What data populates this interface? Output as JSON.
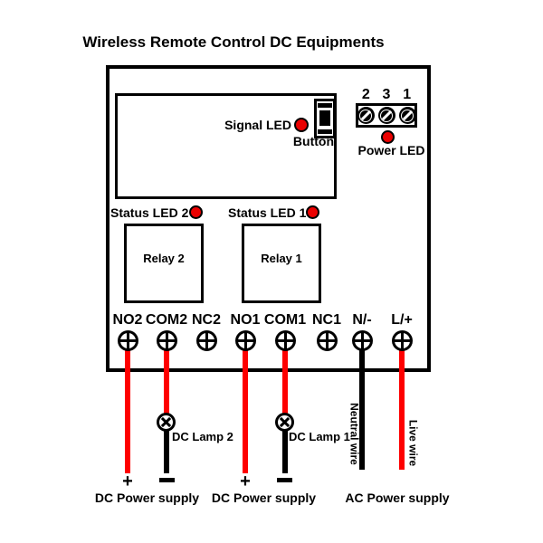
{
  "title": "Wireless Remote Control DC Equipments",
  "device": {
    "module": {
      "signal_led_label": "Signal LED",
      "button_label": "Button"
    },
    "power_terminal": {
      "pins": [
        "2",
        "3",
        "1"
      ],
      "power_led_label": "Power LED"
    },
    "status_leds": {
      "led2_label": "Status LED 2",
      "led1_label": "Status LED 1"
    },
    "relays": [
      {
        "label": "Relay 2"
      },
      {
        "label": "Relay 1"
      }
    ],
    "terminals": [
      "NO2",
      "COM2",
      "NC2",
      "NO1",
      "COM1",
      "NC1",
      "N/-",
      "L/+"
    ]
  },
  "wiring": {
    "lamp2_label": "DC Lamp 2",
    "lamp1_label": "DC Lamp 1",
    "neutral_wire_label": "Neutral wire",
    "live_wire_label": "Live wire",
    "dc_supply_1": {
      "plus": "+",
      "minus": "−",
      "label": "DC Power supply"
    },
    "dc_supply_2": {
      "plus": "+",
      "minus": "−",
      "label": "DC Power supply"
    },
    "ac_supply_label": "AC Power supply"
  },
  "colors": {
    "wire_red": "#fe0000",
    "wire_black": "#000000",
    "led_red": "#ea0000"
  }
}
